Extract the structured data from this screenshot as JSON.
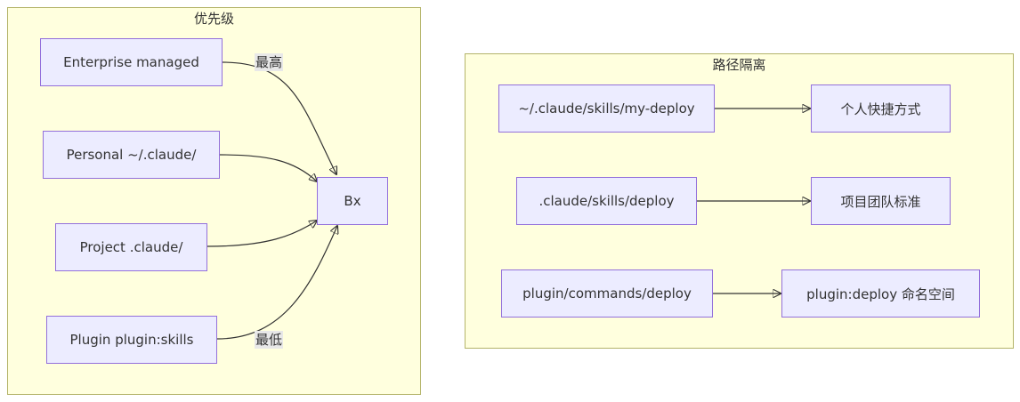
{
  "priority_group": {
    "title": "优先级",
    "sources": [
      {
        "label": "Enterprise managed"
      },
      {
        "label": "Personal ~/.claude/"
      },
      {
        "label": "Project .claude/"
      },
      {
        "label": "Plugin plugin:skills"
      }
    ],
    "target": {
      "label": "Bx"
    },
    "edge_labels": {
      "highest": "最高",
      "lowest": "最低"
    }
  },
  "path_isolation_group": {
    "title": "路径隔离",
    "rows": [
      {
        "path": "~/.claude/skills/my-deploy",
        "meaning": "个人快捷方式"
      },
      {
        "path": ".claude/skills/deploy",
        "meaning": "项目团队标准"
      },
      {
        "path": "plugin/commands/deploy",
        "meaning": "plugin:deploy 命名空间"
      }
    ]
  },
  "colors": {
    "cluster_fill": "#ffffde",
    "cluster_border": "#b4b46a",
    "node_fill": "#ececff",
    "node_border": "#9370db",
    "edge": "#333333"
  }
}
